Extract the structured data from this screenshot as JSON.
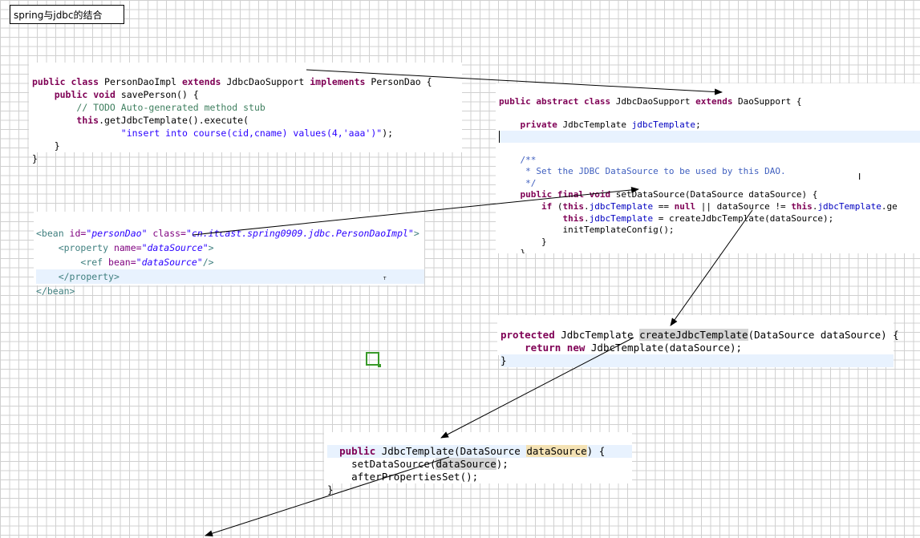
{
  "title": "spring与jdbc的结合",
  "panel1": {
    "line1": {
      "kw1": "public",
      "kw2": "class",
      "t1": " PersonDaoImpl ",
      "kw3": "extends",
      "t2": " JdbcDaoSupport ",
      "kw4": "implements",
      "t3": " PersonDao {"
    },
    "line2": {
      "kw1": "public",
      "kw2": "void",
      "t1": " savePerson() {"
    },
    "line3": {
      "cm": "// TODO Auto-generated method stub"
    },
    "line4": {
      "kw": "this",
      "t": ".getJdbcTemplate().execute("
    },
    "line5": {
      "str": "\"insert into course(cid,cname) values(4,'aaa')\"",
      "t": ");"
    },
    "line6": "}",
    "line7": "}"
  },
  "panel2": {
    "line1": {
      "kw1": "public",
      "kw2": "abstract",
      "kw3": "class",
      "t1": " JdbcDaoSupport ",
      "kw4": "extends",
      "t2": " DaoSupport {"
    },
    "line2": {
      "kw": "private",
      "t": " JdbcTemplate ",
      "fld": "jdbcTemplate",
      "t2": ";"
    },
    "jd1": "/**",
    "jd2": " * Set the JDBC DataSource to be used by this DAO.",
    "jd3": " */",
    "line3": {
      "kw1": "public",
      "kw2": "final",
      "kw3": "void",
      "t": " setDataSource(DataSource dataSource) {"
    },
    "line4": {
      "kw1": "if",
      "t1": " (",
      "kw2": "this",
      "t2": ".",
      "fld1": "jdbcTemplate",
      "t3": " == ",
      "kw3": "null",
      "t4": " || dataSource != ",
      "kw4": "this",
      "t5": ".",
      "fld2": "jdbcTemplate",
      "t6": ".ge"
    },
    "line5": {
      "kw": "this",
      "t1": ".",
      "fld": "jdbcTemplate",
      "t2": " = createJdbcTemplate(dataSource);"
    },
    "line6": "initTemplateConfig();",
    "line7": "}",
    "line8": "}"
  },
  "panel3": {
    "line1": {
      "tag1": "<bean ",
      "a1": "id=",
      "v1": "\"personDao\"",
      "a2": " class=",
      "v2": "\"cn.itcast.spring0909.jdbc.PersonDaoImpl\"",
      "tag2": ">"
    },
    "line2": {
      "tag1": "<property ",
      "a1": "name=",
      "v1": "\"dataSource\"",
      "tag2": ">"
    },
    "line3": {
      "tag1": "<ref ",
      "a1": "bean=",
      "v1": "\"dataSource\"",
      "tag2": "/>"
    },
    "line4": "</property>",
    "line5": "</bean>"
  },
  "panel4": {
    "line1": {
      "kw": "protected",
      "t1": " JdbcTemplate ",
      "mark": "createJdbcTemplate",
      "t2": "(DataSource dataSource) {"
    },
    "line2": {
      "kw1": "return",
      "kw2": "new",
      "t": " JdbcTemplate(dataSource);"
    },
    "line3": "}"
  },
  "panel5": {
    "line1": {
      "kw": "public",
      "t1": " JdbcTemplate(DataSource ",
      "mark": "dataSource",
      "t2": ") {"
    },
    "line2": {
      "t1": "setDataSource(",
      "mark": "dataSource",
      "t2": ");"
    },
    "line3": "afterPropertiesSet();",
    "line4": "}"
  },
  "colors": {
    "keyword": "#7f0055",
    "comment": "#3f7f5f",
    "javadoc": "#3f5fbf",
    "string": "#2a00ff",
    "field": "#0000c0",
    "grid": "#d0d0d0"
  }
}
